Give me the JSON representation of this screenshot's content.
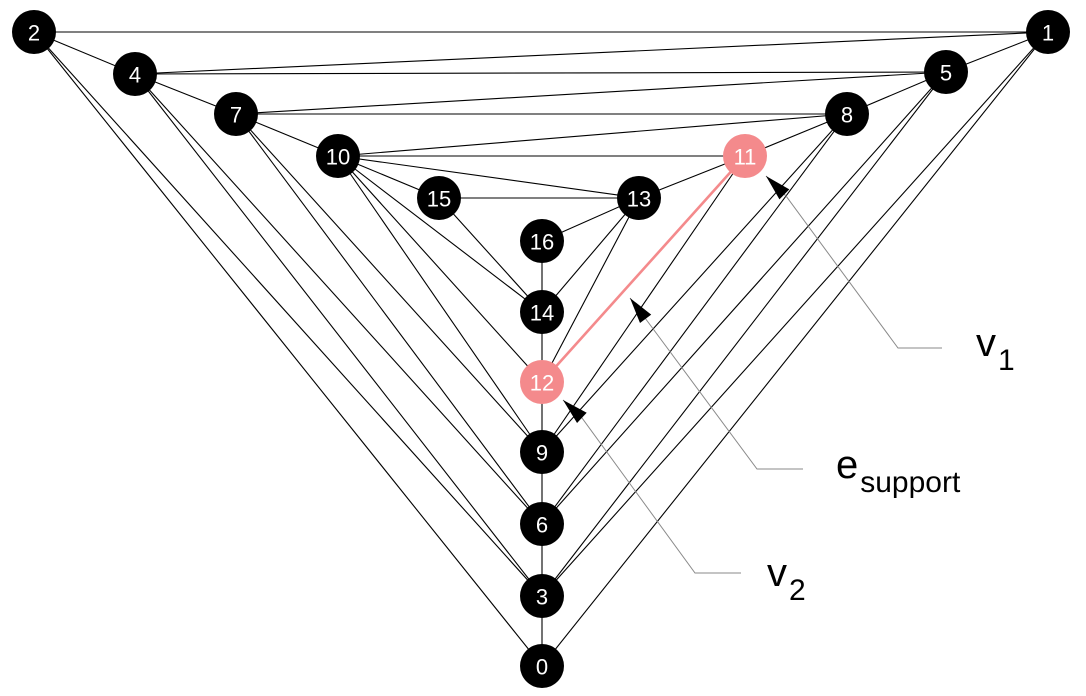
{
  "diagram": {
    "nodes": [
      {
        "id": "0",
        "label": "0",
        "highlight": false
      },
      {
        "id": "1",
        "label": "1",
        "highlight": false
      },
      {
        "id": "2",
        "label": "2",
        "highlight": false
      },
      {
        "id": "3",
        "label": "3",
        "highlight": false
      },
      {
        "id": "4",
        "label": "4",
        "highlight": false
      },
      {
        "id": "5",
        "label": "5",
        "highlight": false
      },
      {
        "id": "6",
        "label": "6",
        "highlight": false
      },
      {
        "id": "7",
        "label": "7",
        "highlight": false
      },
      {
        "id": "8",
        "label": "8",
        "highlight": false
      },
      {
        "id": "9",
        "label": "9",
        "highlight": false
      },
      {
        "id": "10",
        "label": "10",
        "highlight": false
      },
      {
        "id": "11",
        "label": "11",
        "highlight": true
      },
      {
        "id": "12",
        "label": "12",
        "highlight": true
      },
      {
        "id": "13",
        "label": "13",
        "highlight": false
      },
      {
        "id": "14",
        "label": "14",
        "highlight": false
      },
      {
        "id": "15",
        "label": "15",
        "highlight": false
      },
      {
        "id": "16",
        "label": "16",
        "highlight": false
      }
    ],
    "edges": [
      [
        "2",
        "1"
      ],
      [
        "4",
        "5"
      ],
      [
        "7",
        "8"
      ],
      [
        "10",
        "11"
      ],
      [
        "15",
        "13"
      ],
      [
        "2",
        "4"
      ],
      [
        "4",
        "7"
      ],
      [
        "7",
        "10"
      ],
      [
        "10",
        "15"
      ],
      [
        "1",
        "5"
      ],
      [
        "5",
        "8"
      ],
      [
        "8",
        "11"
      ],
      [
        "11",
        "13"
      ],
      [
        "13",
        "16"
      ],
      [
        "0",
        "3"
      ],
      [
        "3",
        "6"
      ],
      [
        "6",
        "9"
      ],
      [
        "9",
        "12"
      ],
      [
        "12",
        "14"
      ],
      [
        "14",
        "16"
      ],
      [
        "2",
        "0"
      ],
      [
        "2",
        "3"
      ],
      [
        "1",
        "0"
      ],
      [
        "1",
        "3"
      ],
      [
        "4",
        "3"
      ],
      [
        "4",
        "6"
      ],
      [
        "5",
        "3"
      ],
      [
        "5",
        "6"
      ],
      [
        "7",
        "6"
      ],
      [
        "7",
        "9"
      ],
      [
        "8",
        "6"
      ],
      [
        "8",
        "9"
      ],
      [
        "10",
        "9"
      ],
      [
        "10",
        "12"
      ],
      [
        "10",
        "14"
      ],
      [
        "10",
        "13"
      ],
      [
        "10",
        "8"
      ],
      [
        "11",
        "9"
      ],
      [
        "15",
        "14"
      ],
      [
        "13",
        "14"
      ],
      [
        "13",
        "12"
      ],
      [
        "4",
        "1"
      ],
      [
        "7",
        "5"
      ]
    ],
    "highlight_edge": [
      "11",
      "12"
    ],
    "highlight_color": "#f48a8c",
    "callouts": [
      {
        "id": "v1",
        "main": "v",
        "sub": "1"
      },
      {
        "id": "esupport",
        "main": "e",
        "sub": "support"
      },
      {
        "id": "v2",
        "main": "v",
        "sub": "2"
      }
    ]
  }
}
